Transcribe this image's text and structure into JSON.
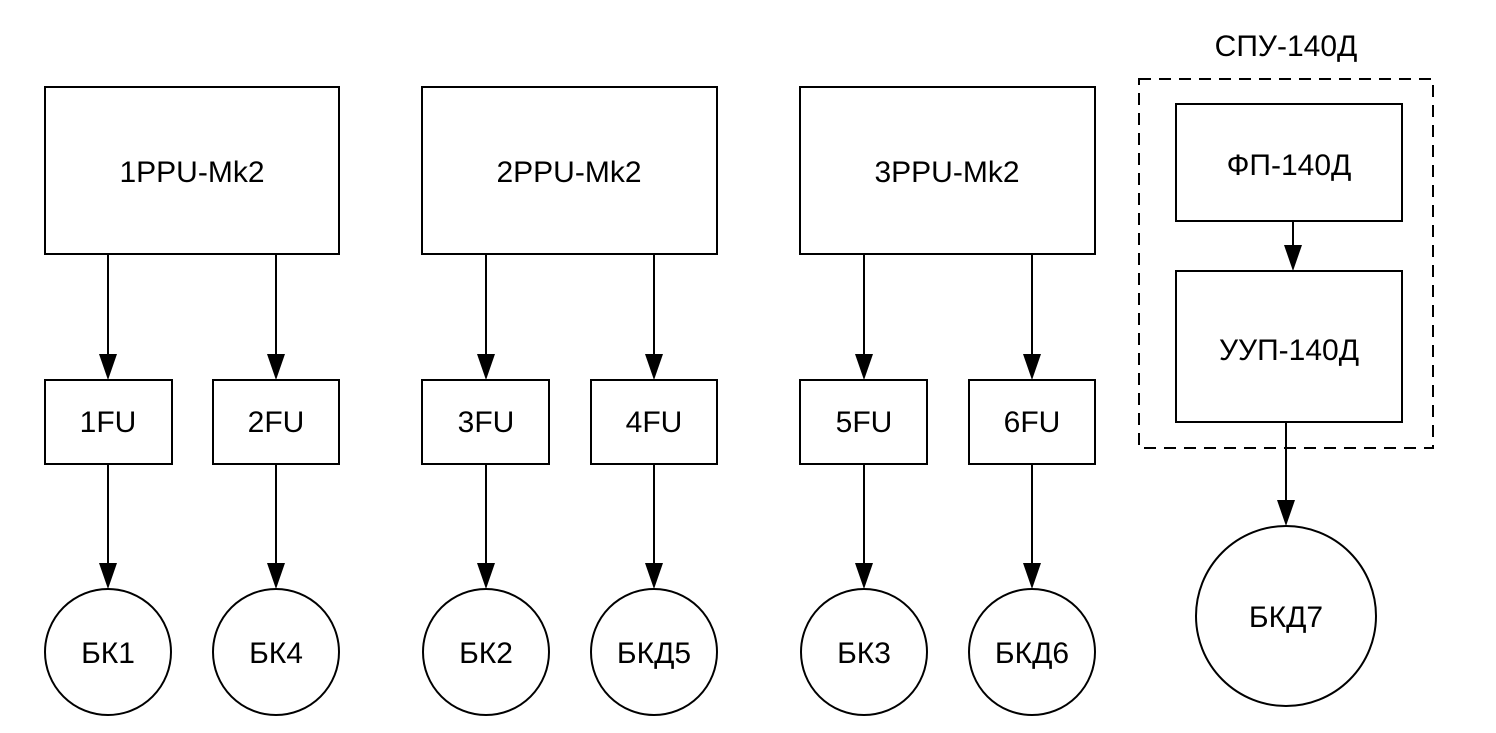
{
  "diagram": {
    "group": {
      "label": "СПУ-140Д"
    },
    "controllers": [
      {
        "id": "1ppu",
        "label": "1PPU-Mk2"
      },
      {
        "id": "2ppu",
        "label": "2PPU-Mk2"
      },
      {
        "id": "3ppu",
        "label": "3PPU-Mk2"
      }
    ],
    "fu_units": [
      {
        "id": "1fu",
        "label": "1FU"
      },
      {
        "id": "2fu",
        "label": "2FU"
      },
      {
        "id": "3fu",
        "label": "3FU"
      },
      {
        "id": "4fu",
        "label": "4FU"
      },
      {
        "id": "5fu",
        "label": "5FU"
      },
      {
        "id": "6fu",
        "label": "6FU"
      }
    ],
    "blocks": [
      {
        "id": "bk1",
        "label": "БК1"
      },
      {
        "id": "bk4",
        "label": "БК4"
      },
      {
        "id": "bk2",
        "label": "БК2"
      },
      {
        "id": "bkd5",
        "label": "БКД5"
      },
      {
        "id": "bk3",
        "label": "БК3"
      },
      {
        "id": "bkd6",
        "label": "БКД6"
      }
    ],
    "spu": {
      "fp": {
        "label": "ФП-140Д"
      },
      "uup": {
        "label": "УУП-140Д"
      },
      "bkd7": {
        "label": "БКД7"
      }
    },
    "edges": [
      {
        "from": "1PPU-Mk2",
        "to": "1FU"
      },
      {
        "from": "1PPU-Mk2",
        "to": "2FU"
      },
      {
        "from": "2PPU-Mk2",
        "to": "3FU"
      },
      {
        "from": "2PPU-Mk2",
        "to": "4FU"
      },
      {
        "from": "3PPU-Mk2",
        "to": "5FU"
      },
      {
        "from": "3PPU-Mk2",
        "to": "6FU"
      },
      {
        "from": "1FU",
        "to": "БК1"
      },
      {
        "from": "2FU",
        "to": "БК4"
      },
      {
        "from": "3FU",
        "to": "БК2"
      },
      {
        "from": "4FU",
        "to": "БКД5"
      },
      {
        "from": "5FU",
        "to": "БК3"
      },
      {
        "from": "6FU",
        "to": "БКД6"
      },
      {
        "from": "ФП-140Д",
        "to": "УУП-140Д"
      },
      {
        "from": "УУП-140Д",
        "to": "БКД7"
      }
    ]
  }
}
